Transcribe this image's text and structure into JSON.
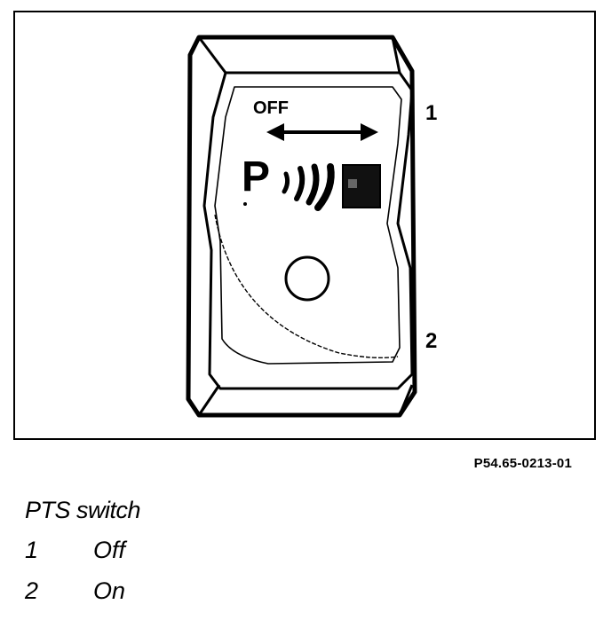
{
  "figure": {
    "off_label": "OFF",
    "callouts": [
      "1",
      "2"
    ],
    "figure_id": "P54.65-0213-01",
    "icons": [
      "double-arrow-icon",
      "parking-sensor-icon",
      "push-button-icon"
    ]
  },
  "caption": {
    "title": "PTS switch",
    "legend": [
      {
        "number": "1",
        "label": "Off"
      },
      {
        "number": "2",
        "label": "On"
      }
    ]
  }
}
